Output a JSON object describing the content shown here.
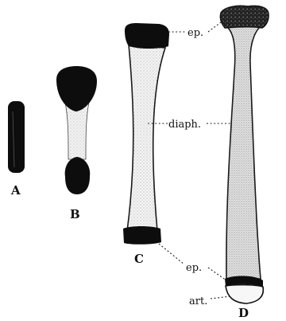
{
  "figure": {
    "labels": {
      "a": "A",
      "b": "B",
      "c": "C",
      "d": "D"
    },
    "annotations": {
      "epiphysis_top": "ep.",
      "diaphysis": "diaph.",
      "epiphysis_bottom": "ep.",
      "articular": "art."
    },
    "colors": {
      "cartilage": "#0d0d0d",
      "shaft_fill": "#efefef",
      "outline": "#1a1a1a",
      "background": "#ffffff"
    }
  }
}
